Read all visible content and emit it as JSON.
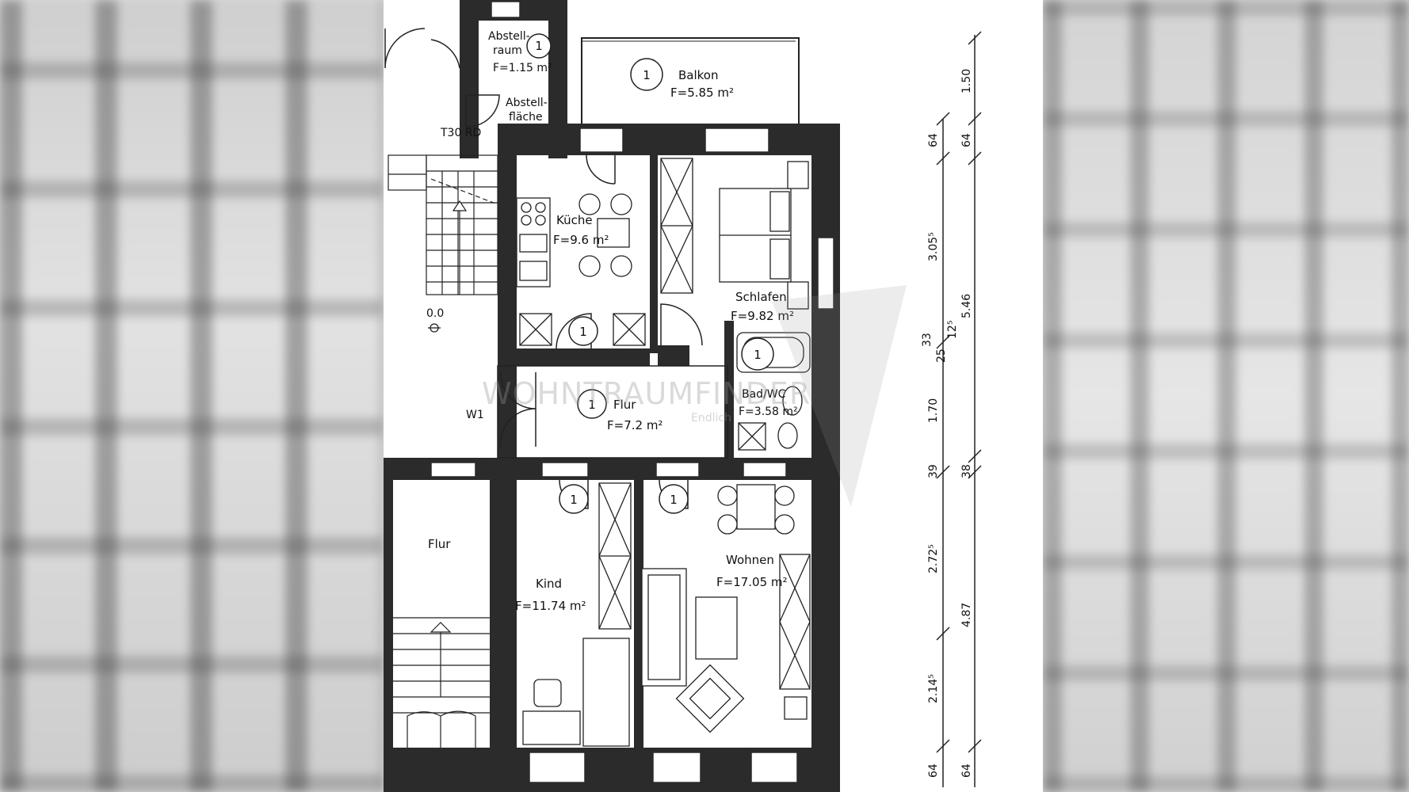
{
  "rooms": {
    "abstellraum": {
      "name_line1": "Abstell-",
      "name_line2": "raum",
      "area": "F=1.15 m²",
      "marker": "1"
    },
    "abstellflaeche": {
      "name_line1": "Abstell-",
      "name_line2": "fläche"
    },
    "balkon": {
      "name": "Balkon",
      "area": "F=5.85 m²",
      "marker": "1"
    },
    "kueche": {
      "name": "Küche",
      "area": "F=9.6 m²",
      "marker": "1"
    },
    "schlafen": {
      "name": "Schlafen",
      "area": "F=9.82 m²"
    },
    "bad": {
      "name": "Bad/WC",
      "area": "F=3.58 m²",
      "marker": "1"
    },
    "flur": {
      "name": "Flur",
      "area": "F=7.2 m²",
      "marker": "1"
    },
    "kind": {
      "name": "Kind",
      "area": "F=11.74 m²",
      "marker": "1"
    },
    "wohnen": {
      "name": "Wohnen",
      "area": "F=17.05 m²",
      "marker": "1"
    },
    "stair_flur": {
      "name": "Flur"
    }
  },
  "labels": {
    "door_t30": "T30 RD",
    "level": "0.0",
    "window_w1": "W1"
  },
  "dimensions": {
    "inner": [
      "64",
      "3.05⁵",
      "33",
      "25",
      "12⁵",
      "1.70",
      "39",
      "2.72⁵",
      "2.14⁵",
      "64"
    ],
    "outer": [
      "1.50",
      "64",
      "5.46",
      "38",
      "4.87",
      "64"
    ]
  },
  "watermark": {
    "brand": "WOHNTRAUMFINDER",
    "tagline": "Endlich"
  }
}
